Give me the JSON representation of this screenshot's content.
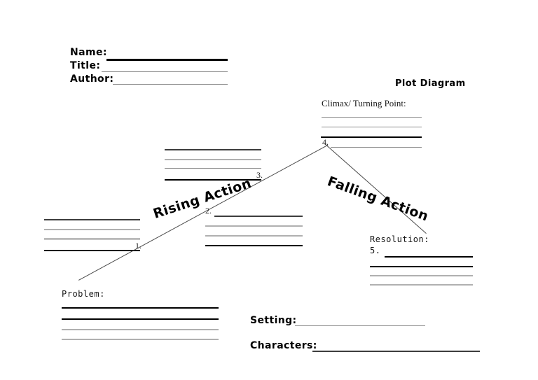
{
  "document": {
    "title": "Plot Diagram",
    "type": "worksheet"
  },
  "header_fields": [
    {
      "label": "Name:",
      "value": ""
    },
    {
      "label": "Title:",
      "value": ""
    },
    {
      "label": "Author:",
      "value": ""
    }
  ],
  "diagram": {
    "title": "Plot Diagram",
    "stage_labels": {
      "rising": "Rising Action",
      "falling": "Falling Action"
    },
    "sections": {
      "problem": {
        "label": "Problem:",
        "lines": 4
      },
      "event1": {
        "number": "1.",
        "lines": 4
      },
      "event2": {
        "number": "2.",
        "lines": 4
      },
      "event3": {
        "number": "3.",
        "lines": 4
      },
      "climax": {
        "label": "Climax/ Turning Point:",
        "number": "4.",
        "lines": 4
      },
      "resolution": {
        "label": "Resolution:",
        "number": "5.",
        "lines": 4
      }
    }
  },
  "footer_fields": [
    {
      "label": "Setting:",
      "value": ""
    },
    {
      "label": "Characters:",
      "value": ""
    }
  ]
}
